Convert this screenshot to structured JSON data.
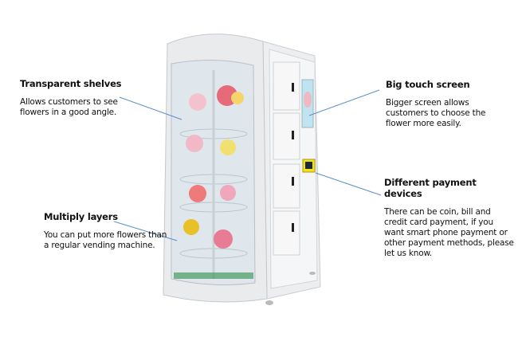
{
  "callouts": [
    {
      "title": "Transparent shelves",
      "body": "Allows customers to see flowers in a good angle."
    },
    {
      "title": "Multiply layers",
      "body": "You can put more flowers than a regular vending machine."
    },
    {
      "title": "Big touch screen",
      "body": "Bigger screen allows customers to choose the flower more easily."
    },
    {
      "title": "Different payment devices",
      "body": "There can be coin, bill and credit card payment, if you want smart phone payment or other payment methods, please let us know."
    }
  ],
  "colors": {
    "leader_line": "#5b8fc7",
    "cabinet": "#f1f2f4",
    "payment_panel": "#f2e21a"
  }
}
